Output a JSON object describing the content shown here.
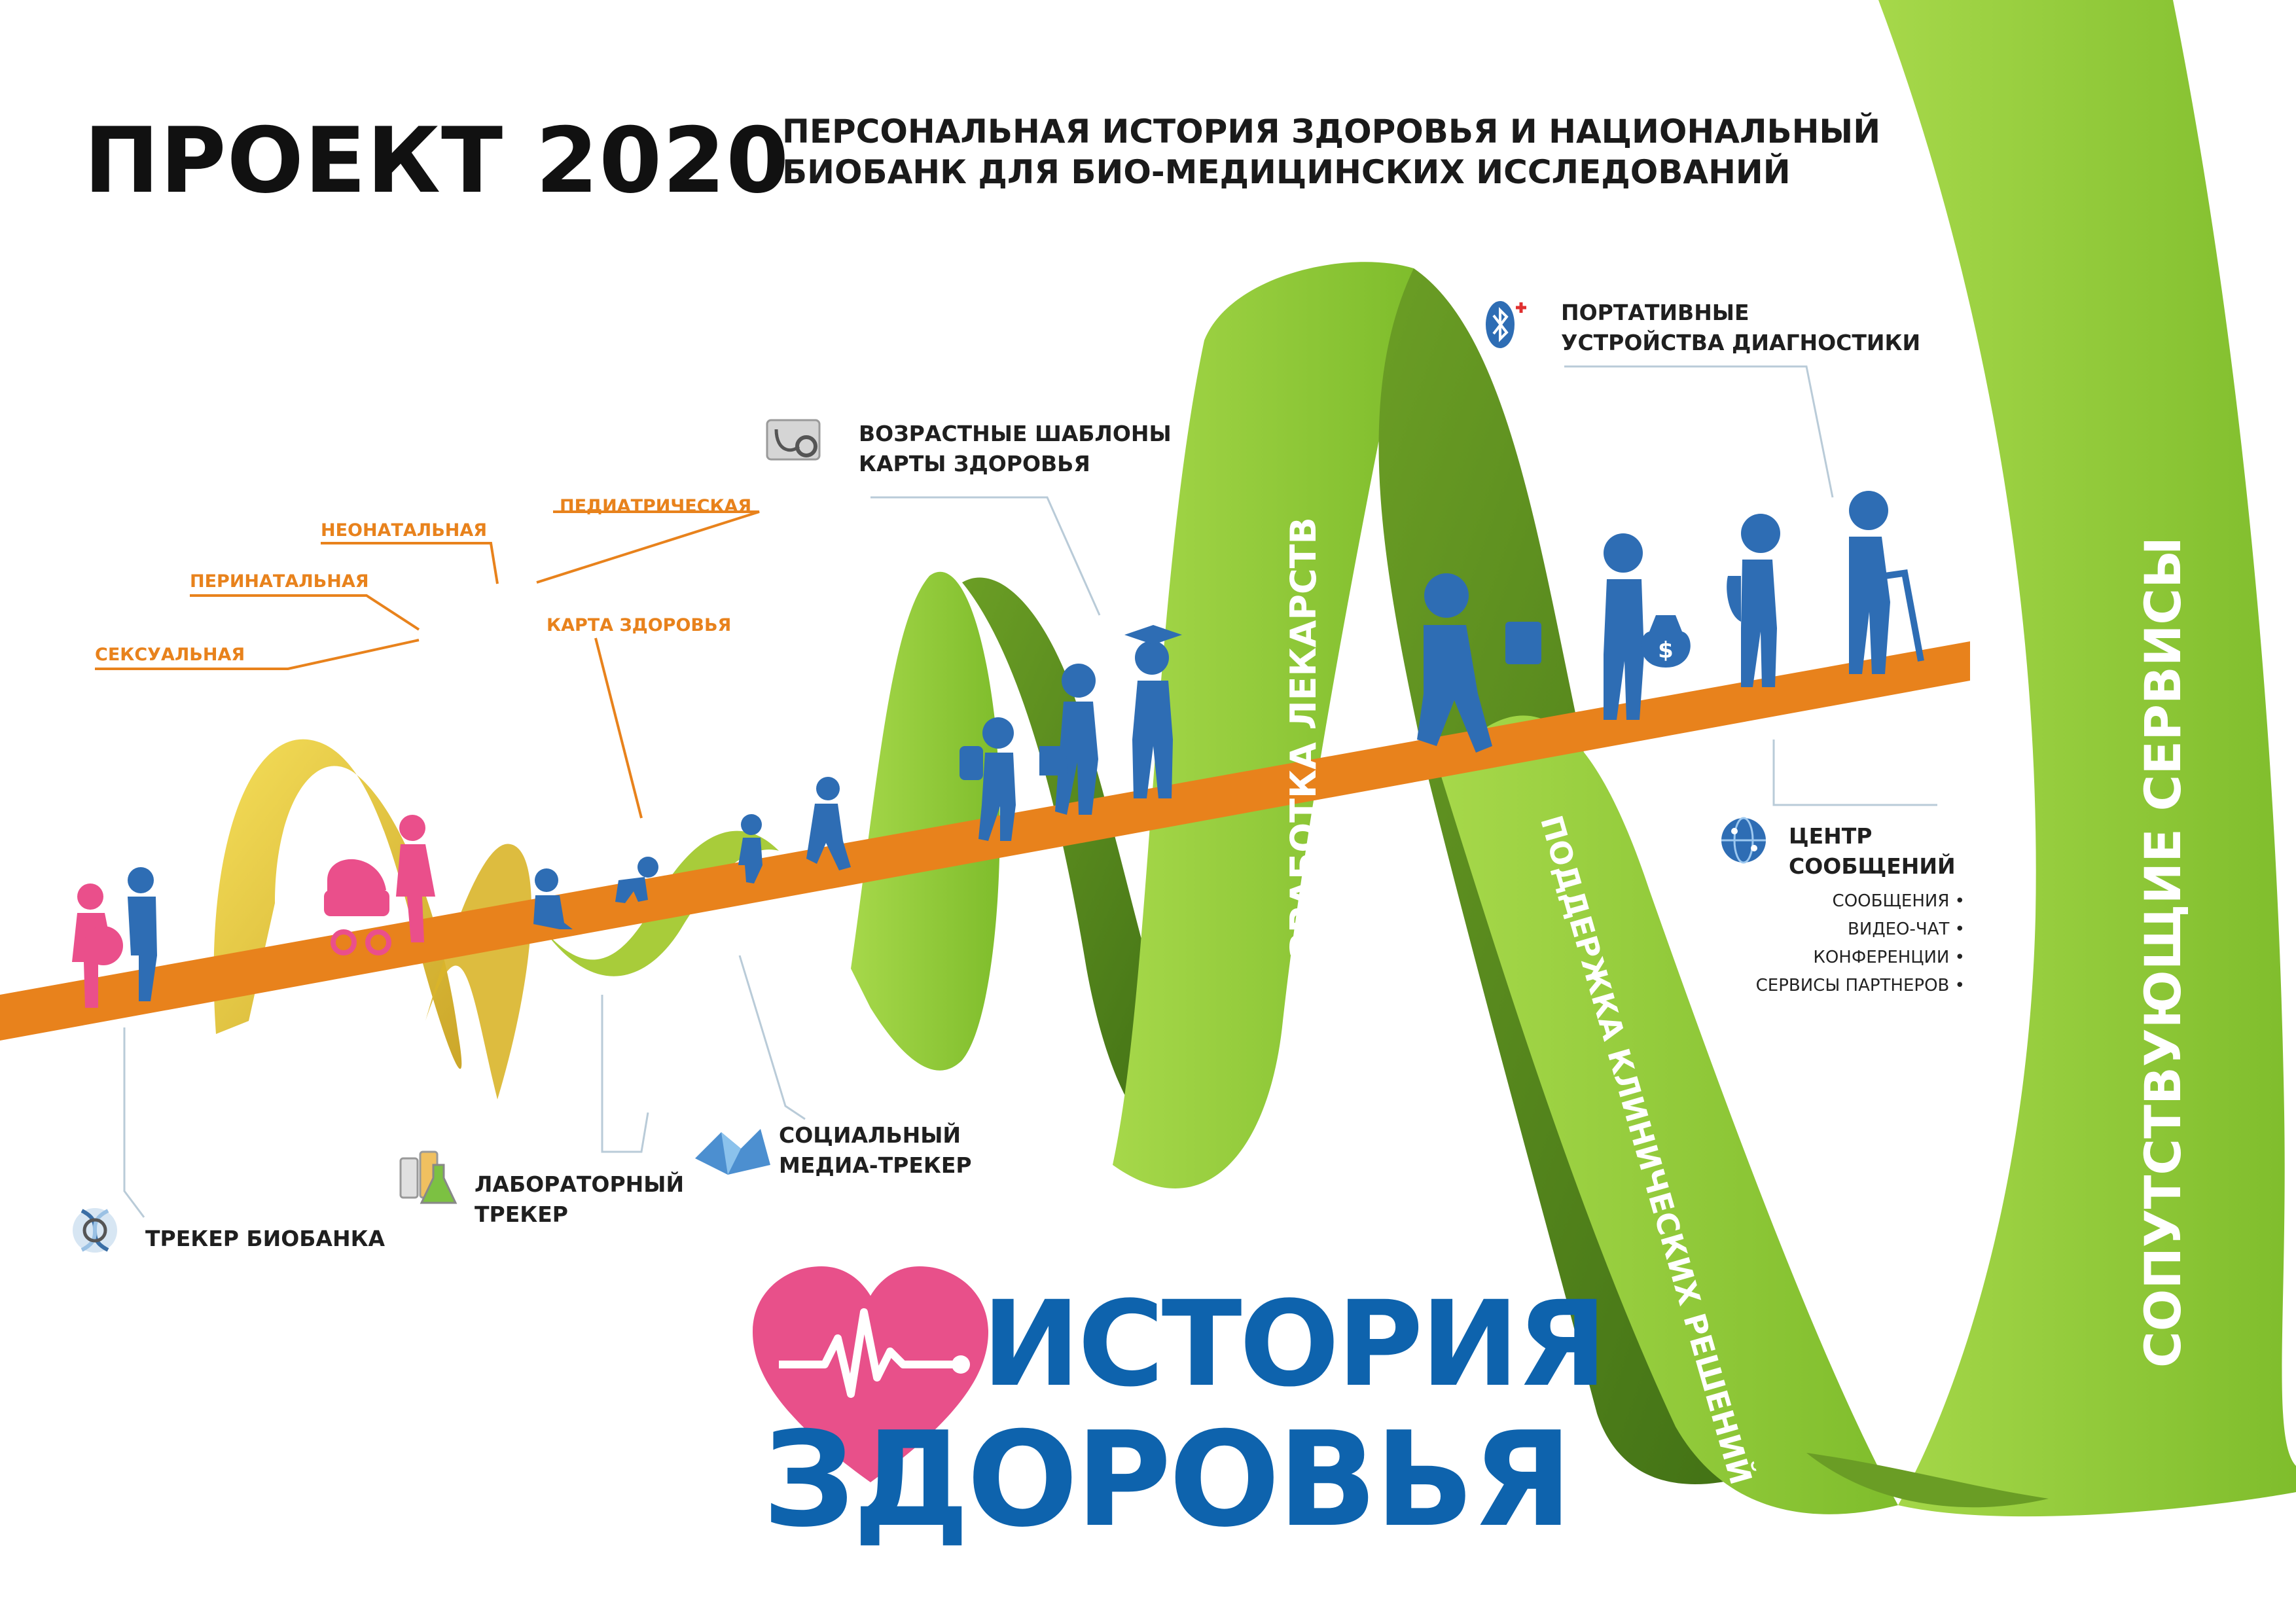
{
  "header": {
    "title": "ПРОЕКТ 2020",
    "subtitle_line1": "ПЕРСОНАЛЬНАЯ ИСТОРИЯ ЗДОРОВЬЯ И НАЦИОНАЛЬНЫЙ",
    "subtitle_line2": "БИОБАНК ДЛЯ БИО-МЕДИЦИНСКИХ ИССЛЕДОВАНИЙ"
  },
  "health_card": {
    "title": "КАРТА ЗДОРОВЬЯ",
    "stages": [
      "СЕКСУАЛЬНАЯ",
      "ПЕРИНАТАЛЬНАЯ",
      "НЕОНАТАЛЬНАЯ",
      "ПЕДИАТРИЧЕСКАЯ"
    ]
  },
  "trackers": {
    "biobank": "ТРЕКЕР БИОБАНКА",
    "lab_line1": "ЛАБОРАТОРНЫЙ",
    "lab_line2": "ТРЕКЕР",
    "social_line1": "СОЦИАЛЬНЫЙ",
    "social_line2": "МЕДИА-ТРЕКЕР"
  },
  "templates": {
    "line1": "ВОЗРАСТНЫЕ ШАБЛОНЫ",
    "line2": "КАРТЫ ЗДОРОВЬЯ"
  },
  "devices": {
    "line1": "ПОРТАТИВНЫЕ",
    "line2": "УСТРОЙСТВА ДИАГНОСТИКИ"
  },
  "message_center": {
    "line1": "ЦЕНТР",
    "line2": "СООБЩЕНИЙ",
    "items": [
      "СООБЩЕНИЯ •",
      "ВИДЕО-ЧАТ •",
      "КОНФЕРЕНЦИИ •",
      "СЕРВИСЫ ПАРТНЕРОВ •"
    ]
  },
  "ribbons": {
    "drugs": "РАЗРАБОТКА ЛЕКАРСТВ",
    "clinical": "ПОДДЕРЖКА КЛИНИЧЕСКИХ РЕШЕНИЙ",
    "services": "СОПУТСТВУЮЩИЕ СЕРВИСЫ"
  },
  "logo": {
    "line1": "ИСТОРИЯ",
    "line2": "ЗДОРОВЬЯ"
  },
  "colors": {
    "orange": "#e8821c",
    "green": "#8cc63f",
    "dark_green": "#4e8a1e",
    "yellow": "#e3c22c",
    "blue_figure": "#2e6db4",
    "pink_figure": "#ea4f8b",
    "logo_blue": "#0e63ad",
    "logo_heart": "#e8508a"
  },
  "icons": [
    "dna-icon",
    "lab-flask-icon",
    "social-graph-icon",
    "stethoscope-icon",
    "bluetooth-icon",
    "globe-icon"
  ]
}
